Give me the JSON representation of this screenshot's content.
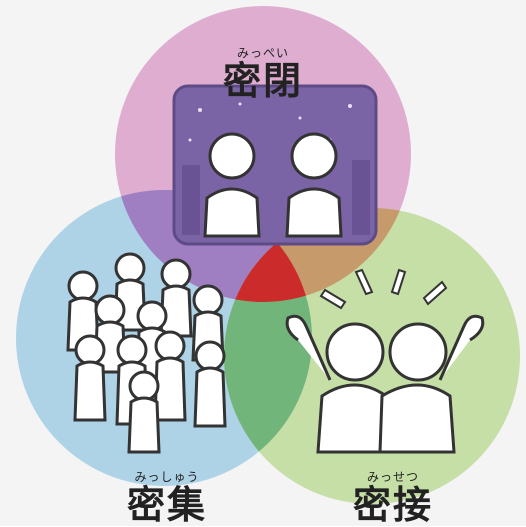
{
  "circles": [
    {
      "id": "closed",
      "furigana": "みっぺい",
      "kanji": "密閉",
      "color": "#d9a0c9"
    },
    {
      "id": "crowded",
      "furigana": "みっしゅう",
      "kanji": "密集",
      "color": "#9ccbe3"
    },
    {
      "id": "close-contact",
      "furigana": "みっせつ",
      "kanji": "密接",
      "color": "#b9da93"
    }
  ],
  "overlap_color": "#cc2b2b"
}
